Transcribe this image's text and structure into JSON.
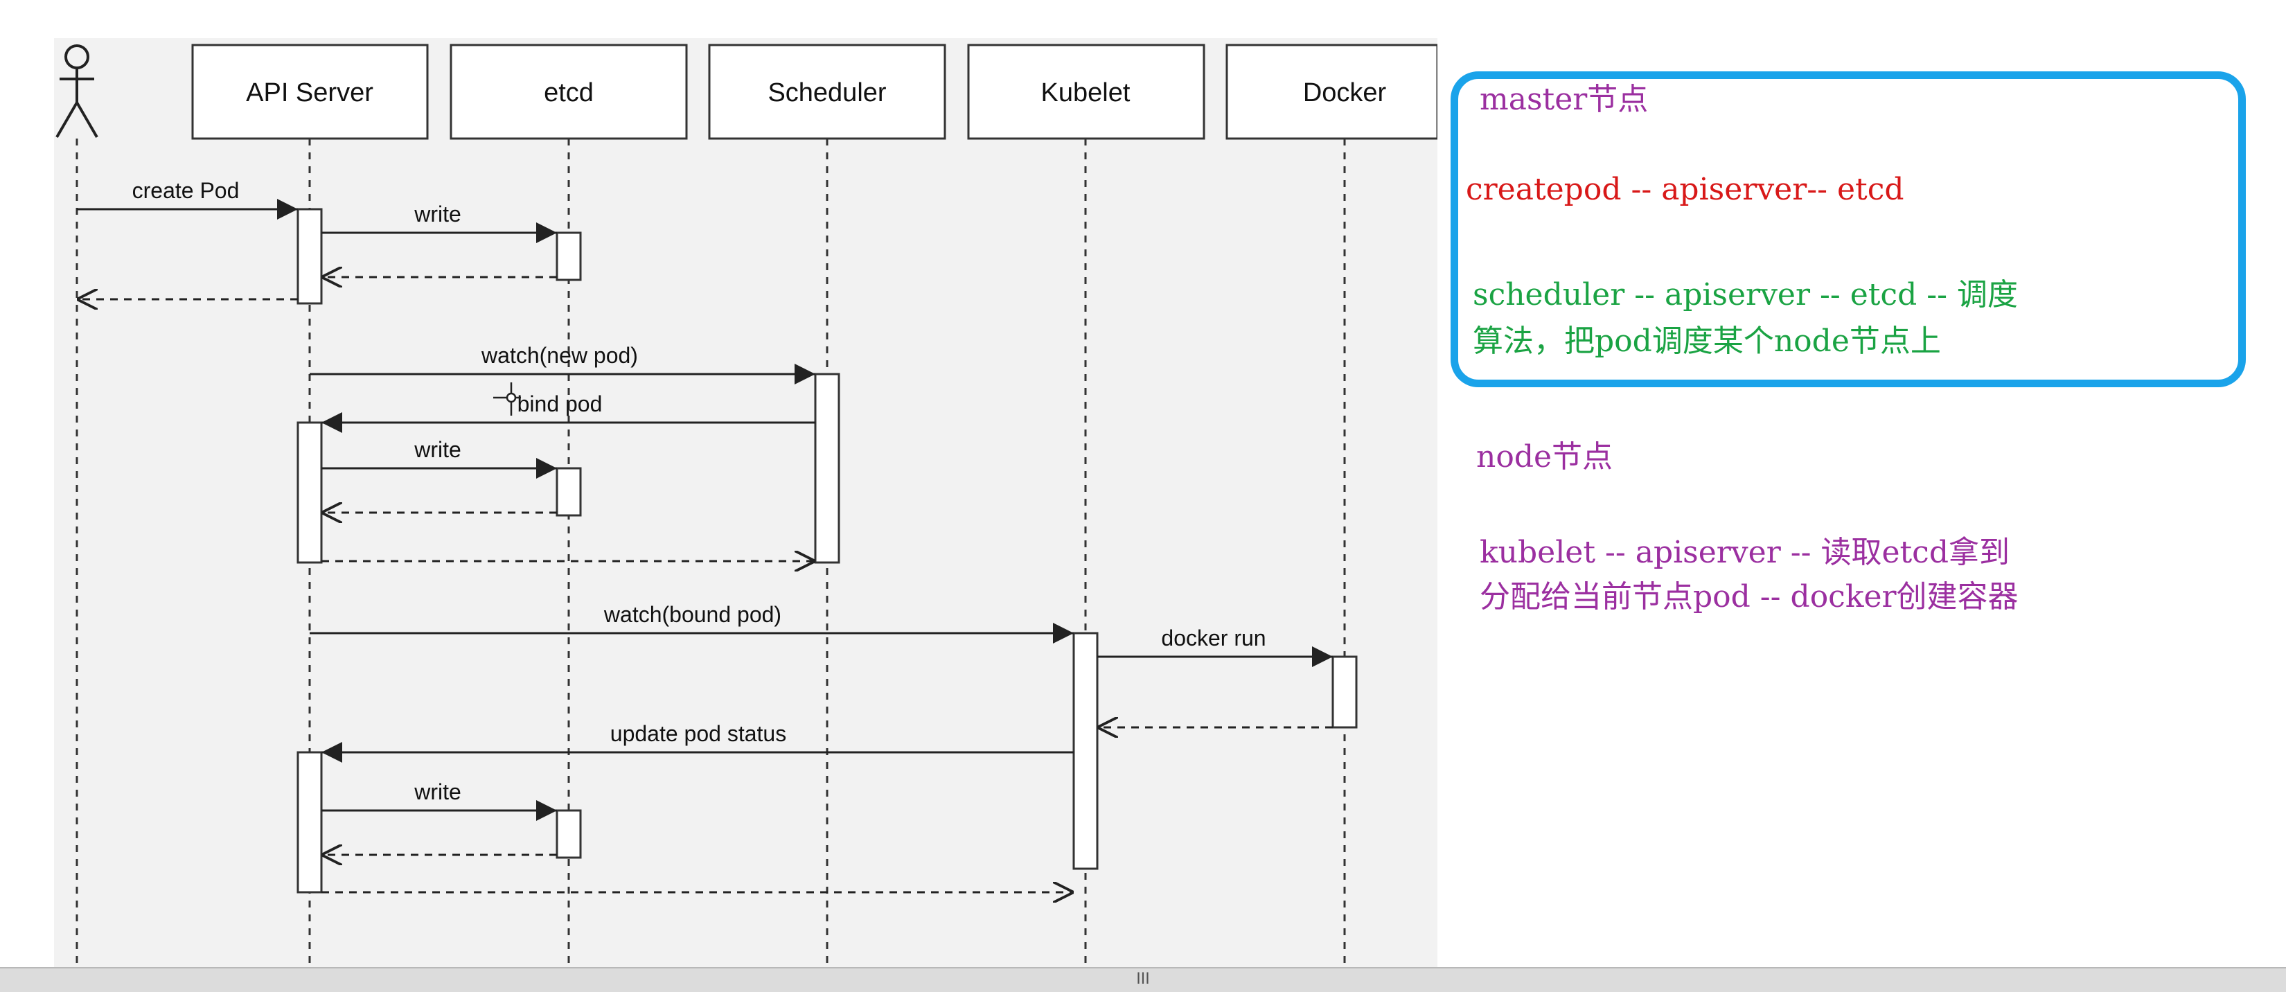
{
  "diagram": {
    "participants": [
      "API Server",
      "etcd",
      "Scheduler",
      "Kubelet",
      "Docker"
    ],
    "messages": {
      "create_pod": "create Pod",
      "write_1": "write",
      "watch_new_pod": "watch(new pod)",
      "bind_pod": "bind pod",
      "write_2": "write",
      "watch_bound_pod": "watch(bound pod)",
      "docker_run": "docker run",
      "update_pod_status": "update pod status",
      "write_3": "write"
    }
  },
  "notes": {
    "master_title": "master节点",
    "master_flow": "createpod -- apiserver-- etcd",
    "scheduler_flow_line1": "scheduler -- apiserver -- etcd -- 调度",
    "scheduler_flow_line2": "算法，把pod调度某个node节点上",
    "node_title": "node节点",
    "node_flow_line1": "kubelet -- apiserver -- 读取etcd拿到",
    "node_flow_line2": "分配给当前节点pod -- docker创建容器"
  },
  "colors": {
    "purple": "#9b2fa0",
    "red": "#d81818",
    "green": "#1aa343",
    "blue_box": "#1aa3ea",
    "diagram_bg": "#f2f2f2"
  },
  "scrollbar": {
    "grip": "III"
  }
}
